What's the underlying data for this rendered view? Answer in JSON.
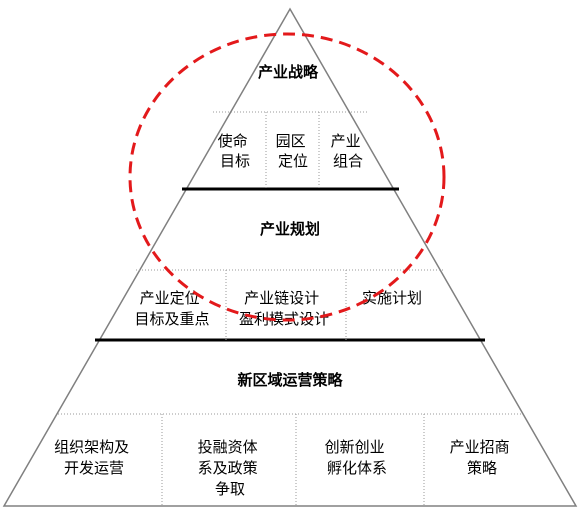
{
  "colors": {
    "outline": "#808080",
    "divider": "#000000",
    "cell_separator": "#9a9a9a",
    "highlight_circle": "#e3191b",
    "text": "#000000"
  },
  "tiers": [
    {
      "title": "产业战略",
      "cells": [
        [
          "使命",
          "目标"
        ],
        [
          "园区",
          "定位"
        ],
        [
          "产业",
          "组合"
        ]
      ]
    },
    {
      "title": "产业规划",
      "cells": [
        [
          "产业定位",
          "目标及重点"
        ],
        [
          "产业链设计",
          "盈利模式设计"
        ],
        [
          "实施计划"
        ]
      ]
    },
    {
      "title": "新区域运营策略",
      "cells": [
        [
          "组织架构及",
          "开发运营"
        ],
        [
          "投融资体",
          "系及政策",
          "争取"
        ],
        [
          "创新创业",
          "孵化体系"
        ],
        [
          "产业招商",
          "策略"
        ]
      ]
    }
  ]
}
